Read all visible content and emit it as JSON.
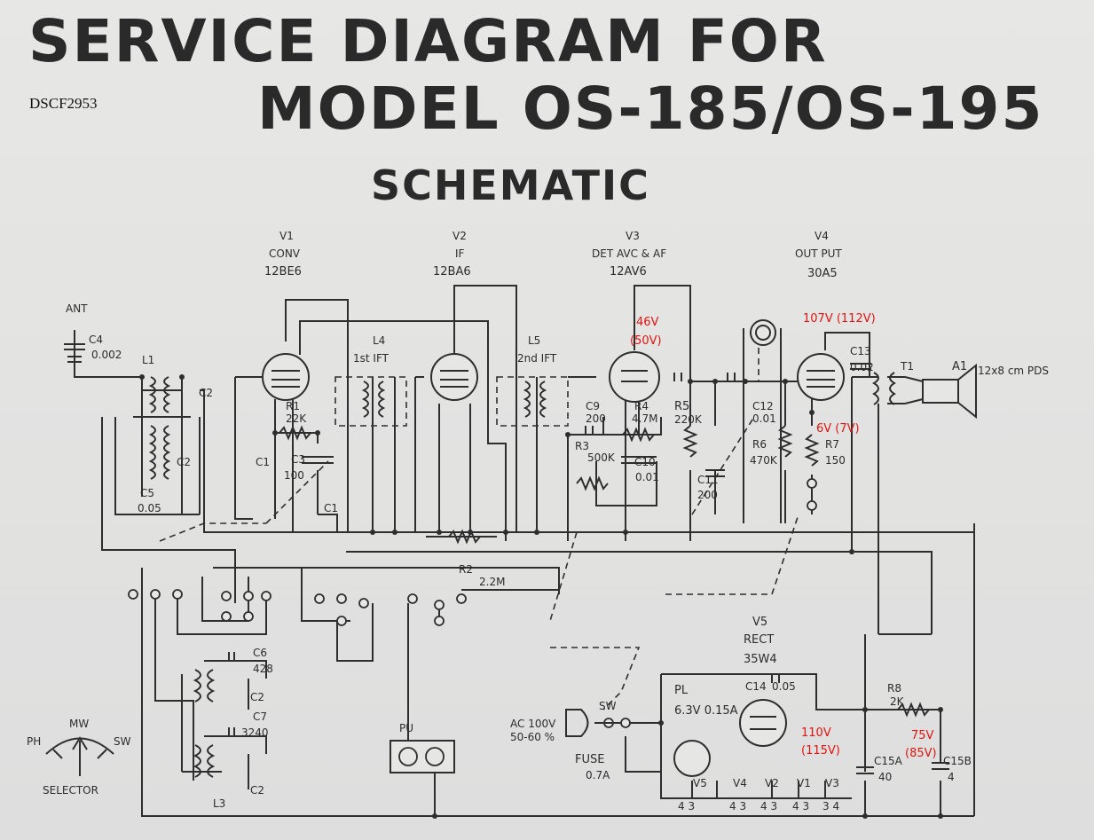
{
  "title": {
    "line1": "SERVICE DIAGRAM FOR",
    "line2": "MODEL OS-185/OS-195",
    "line3": "SCHEMATIC"
  },
  "image_tag": "DSCF2953",
  "tubes": [
    {
      "ref": "V1",
      "function": "CONV",
      "type": "12BE6"
    },
    {
      "ref": "V2",
      "function": "IF",
      "type": "12BA6"
    },
    {
      "ref": "V3",
      "function": "DET AVC & AF",
      "type": "12AV6"
    },
    {
      "ref": "V4",
      "function": "OUT PUT",
      "type": "30A5"
    },
    {
      "ref": "V5",
      "function": "RECT",
      "type": "35W4"
    }
  ],
  "components": {
    "ant": "ANT",
    "c4": "C4",
    "c4_val": "0.002",
    "l1": "L1",
    "c2": "C2",
    "c5": "C5",
    "c5_val": "0.05",
    "c1": "C1",
    "r1": "R1",
    "r1_val": "22K",
    "c3": "C3",
    "c3_val": "100",
    "l4": "L4",
    "l4_desc": "1st IFT",
    "l5": "L5",
    "l5_desc": "2nd IFT",
    "c9": "C9",
    "c9_val": "200",
    "r4": "R4",
    "r4_val": "4.7M",
    "r3": "R3",
    "r3_val": "500K",
    "c10": "C10",
    "c10_val": "0.01",
    "r5": "R5",
    "r5_val": "220K",
    "c11": "C11",
    "c11_val": "200",
    "c12": "C12",
    "c12_val": "0.01",
    "r6": "R6",
    "r6_val": "470K",
    "r7": "R7",
    "r7_val": "150",
    "c13": "C13",
    "c13_val": "0.02",
    "t1": "T1",
    "a1": "A1",
    "a1_desc": "12x8 cm PDS",
    "r2": "R2",
    "r2_val": "2.2M",
    "c6": "C6",
    "c6_val": "428",
    "c7": "C7",
    "c7_val": "3240",
    "l3": "L3",
    "pu": "PU",
    "pl": "PL",
    "pl_val": "6.3V 0.15A",
    "c14": "C14",
    "c14_val": "0.05",
    "ac": "AC 100V",
    "ac_freq": "50-60 %",
    "sw": "SW",
    "fuse": "FUSE",
    "fuse_val": "0.7A",
    "r8": "R8",
    "r8_val": "2K",
    "c15a": "C15A",
    "c15a_val": "40",
    "c15b": "C15B",
    "c15b_val": "4"
  },
  "heaters": [
    {
      "ref": "V5",
      "pins": "4 3"
    },
    {
      "ref": "V4",
      "pins": "4 3"
    },
    {
      "ref": "V2",
      "pins": "4 3"
    },
    {
      "ref": "V1",
      "pins": "4 3"
    },
    {
      "ref": "V3",
      "pins": "3 4"
    }
  ],
  "selector": {
    "label": "SELECTOR",
    "ph": "PH",
    "mw": "MW",
    "sw": "SW"
  },
  "voltages": {
    "v3_a": "46V",
    "v3_b": "(50V)",
    "v4_plate": "107V (112V)",
    "v4_cathode": "6V (7V)",
    "b_plus_1": "110V",
    "b_plus_1b": "(115V)",
    "b_plus_2": "75V",
    "b_plus_2b": "(85V)"
  },
  "colors": {
    "annotation": "#e3140f",
    "ink": "#2e2e2e",
    "paper": "#e4e4e2"
  }
}
